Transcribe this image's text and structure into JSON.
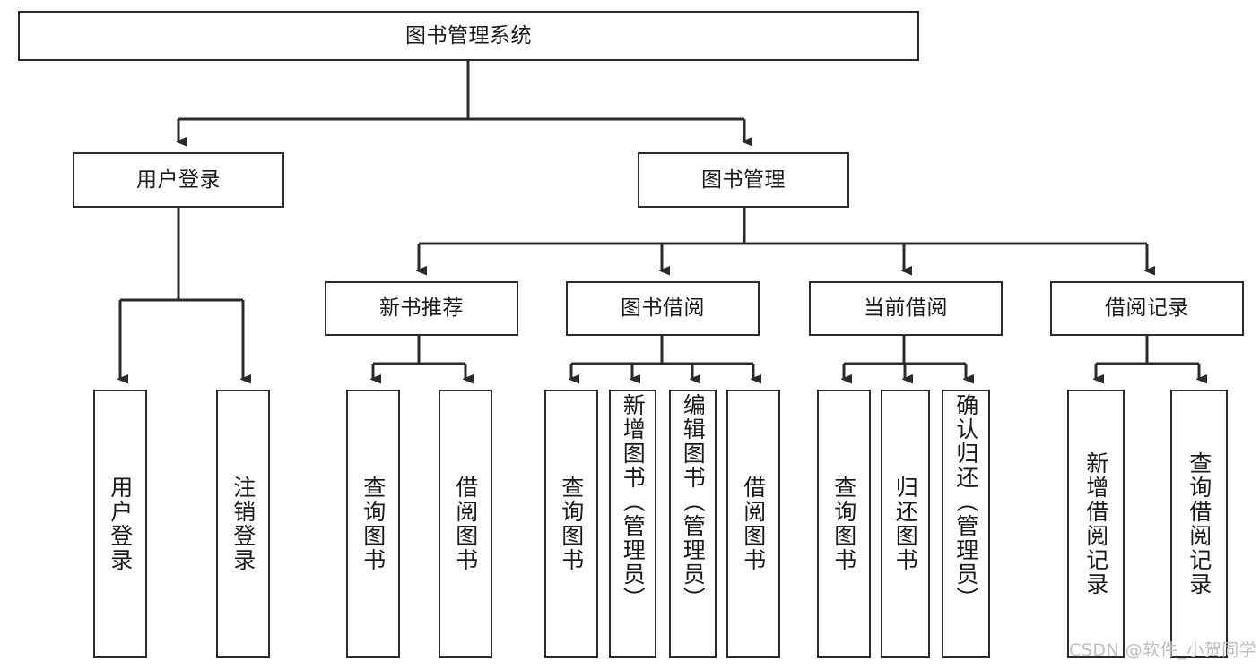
{
  "diagram": {
    "title": "图书管理系统",
    "type": "tree-hierarchy",
    "watermark": "CSDN @软件_小贺同学",
    "colors": {
      "box_border": "#2b2b2b",
      "box_fill": "#ffffff",
      "connector": "#2b2b2b",
      "text": "#1a1a1a",
      "watermark": "#bfbfbf",
      "background": "#ffffff"
    },
    "root": {
      "id": "root",
      "label": "图书管理系统"
    },
    "level2": [
      {
        "id": "user-login",
        "label": "用户登录"
      },
      {
        "id": "book-manage",
        "label": "图书管理"
      }
    ],
    "level3": [
      {
        "id": "new-book-rec",
        "label": "新书推荐"
      },
      {
        "id": "book-borrow",
        "label": "图书借阅"
      },
      {
        "id": "current-borrow",
        "label": "当前借阅"
      },
      {
        "id": "borrow-record",
        "label": "借阅记录"
      }
    ],
    "leaves": {
      "user_login": [
        {
          "id": "leaf-user-login",
          "label": "用户登录"
        },
        {
          "id": "leaf-logout-login",
          "label": "注销登录"
        }
      ],
      "new_book_rec": [
        {
          "id": "leaf-query-book-1",
          "label": "查询图书"
        },
        {
          "id": "leaf-borrow-book-1",
          "label": "借阅图书"
        }
      ],
      "book_borrow": [
        {
          "id": "leaf-query-book-2",
          "label": "查询图书"
        },
        {
          "id": "leaf-add-book",
          "label": "新增图书（管理员）"
        },
        {
          "id": "leaf-edit-book",
          "label": "编辑图书（管理员）"
        },
        {
          "id": "leaf-borrow-book-2",
          "label": "借阅图书"
        }
      ],
      "current_borrow": [
        {
          "id": "leaf-query-book-3",
          "label": "查询图书"
        },
        {
          "id": "leaf-return-book",
          "label": "归还图书"
        },
        {
          "id": "leaf-confirm-return",
          "label": "确认归还（管理员）"
        }
      ],
      "borrow_record": [
        {
          "id": "leaf-add-record",
          "label": "新增借阅记录"
        },
        {
          "id": "leaf-query-record",
          "label": "查询借阅记录"
        }
      ]
    }
  }
}
